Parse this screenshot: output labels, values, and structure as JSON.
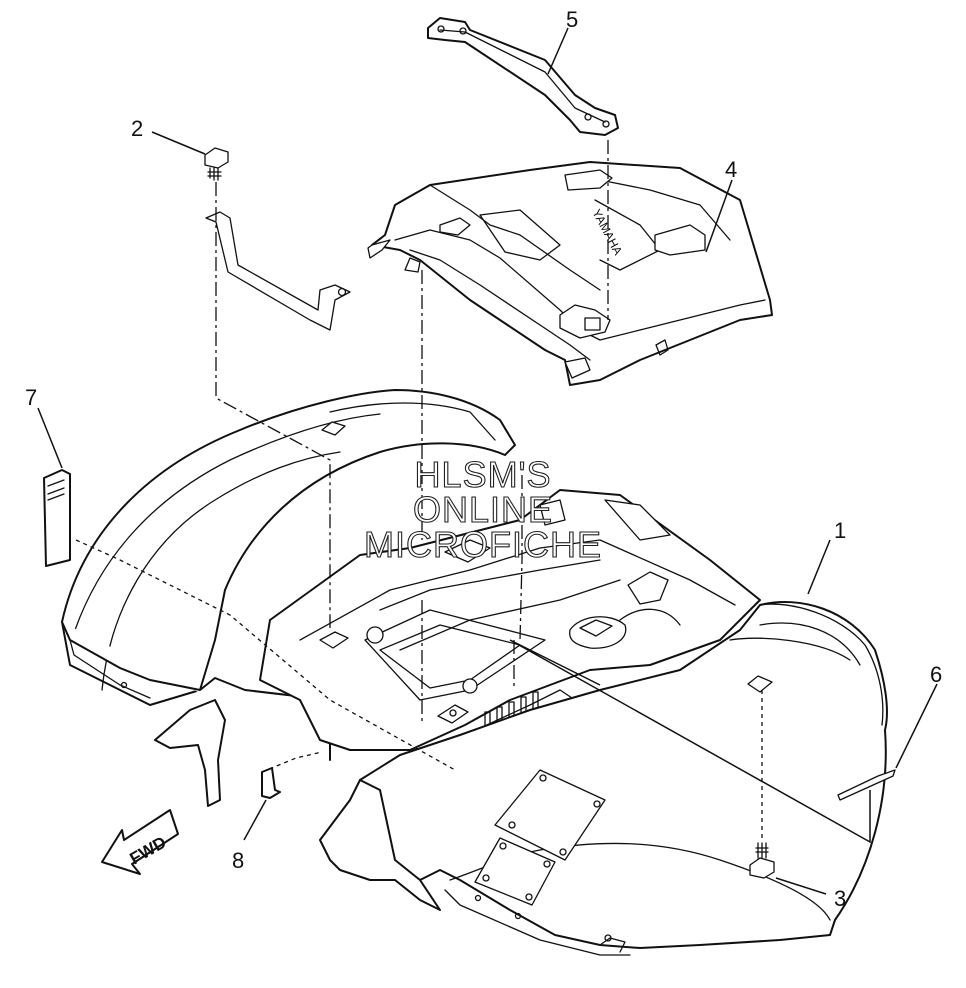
{
  "diagram": {
    "callouts": [
      {
        "id": "1",
        "label": "1"
      },
      {
        "id": "2",
        "label": "2"
      },
      {
        "id": "3",
        "label": "3"
      },
      {
        "id": "4",
        "label": "4"
      },
      {
        "id": "5",
        "label": "5"
      },
      {
        "id": "6",
        "label": "6"
      },
      {
        "id": "7",
        "label": "7"
      },
      {
        "id": "8",
        "label": "8"
      }
    ],
    "direction_arrow": "FWD",
    "brand_mark": "YAMAHA",
    "watermark": [
      "HLSM'S",
      "ONLINE",
      "MICROFICHE"
    ]
  }
}
